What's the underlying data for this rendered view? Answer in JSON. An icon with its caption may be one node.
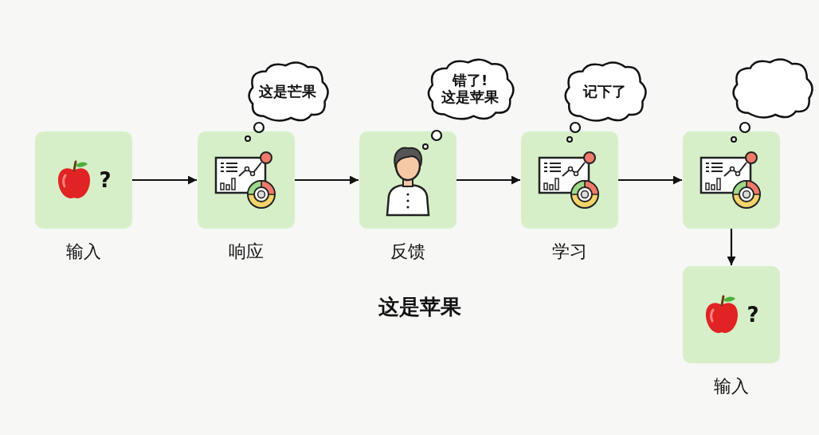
{
  "diagram": {
    "nodes": [
      {
        "text": [
          "?",
          "输入"
        ]
      },
      {
        "text": [
          "响应"
        ]
      },
      {
        "text": [
          "反馈"
        ]
      },
      {
        "text": [
          "学习"
        ]
      },
      {
        "text": [],
        "shape": "box"
      },
      {
        "text": [
          "?",
          "输入"
        ]
      },
      {
        "text": [
          "这是芒果"
        ]
      },
      {
        "text": [
          "错了! 这是苹果"
        ]
      },
      {
        "text": [
          "记下了"
        ]
      },
      {
        "text": [],
        "shape": "cloud"
      }
    ],
    "edges": [
      {
        "from": 0,
        "to": 1,
        "arrow": "to"
      },
      {
        "from": 1,
        "to": 2,
        "arrow": "to"
      },
      {
        "from": 2,
        "to": 3,
        "arrow": "to"
      },
      {
        "from": 3,
        "to": 4,
        "arrow": "to"
      },
      {
        "from": 4,
        "to": 5,
        "arrow": "to"
      }
    ],
    "labels": [
      "这是苹果"
    ]
  }
}
